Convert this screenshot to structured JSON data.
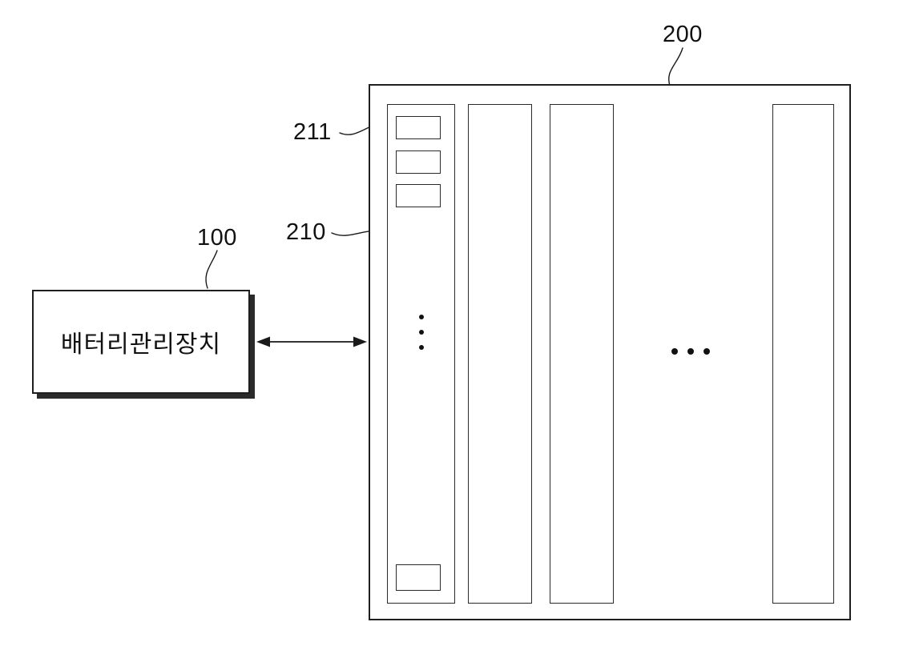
{
  "figure": {
    "device_box": {
      "label": "배터리관리장치"
    },
    "refs": {
      "device": "100",
      "pack": "200",
      "module": "210",
      "cell": "211"
    }
  },
  "colors": {
    "line": "#1a1a1a",
    "background": "#ffffff"
  }
}
